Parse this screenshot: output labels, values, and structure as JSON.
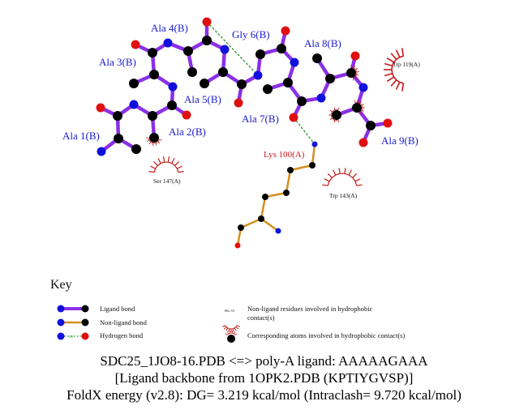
{
  "residues": {
    "ligand": [
      "Ala 1(B)",
      "Ala 2(B)",
      "Ala 3(B)",
      "Ala 4(B)",
      "Ala 5(B)",
      "Gly 6(B)",
      "Ala 7(B)",
      "Ala 8(B)",
      "Ala 9(B)"
    ],
    "hbond_partner": "Lys 100(A)",
    "hydrophobic": [
      "Ser 147(A)",
      "Trp 143(A)",
      "Trp 119(A)"
    ]
  },
  "key": {
    "title": "Key",
    "ligand_bond": "Ligand bond",
    "nonligand_bond": "Non-ligand bond",
    "hydrogen_bond": "Hydrogen bond",
    "hbond_length": "3.0",
    "example_residue": "His 53",
    "nonligand_residues": "Non-ligand residues involved in hydrophobic contact(s)",
    "corresponding_atoms": "Corresponding atoms involved in hydrophobic contact(s)"
  },
  "caption": {
    "line1": "SDC25_1JO8-16.PDB <=> poly-A ligand: AAAAAGAAA",
    "line2": "[Ligand backbone from 1OPK2.PDB (KPTIYGVSP)]",
    "line3": "FoldX energy (v2.8): DG= 3.219 kcal/mol (Intraclash= 9.720 kcal/mol)"
  },
  "colors": {
    "ligand_bond": "#8a30e6",
    "nonligand_bond": "#d4901e",
    "hbond": "#1e8a1e",
    "carbon": "#000000",
    "nitrogen": "#1010dd",
    "oxygen": "#e01010",
    "hydrophobic": "#c41a1a"
  }
}
